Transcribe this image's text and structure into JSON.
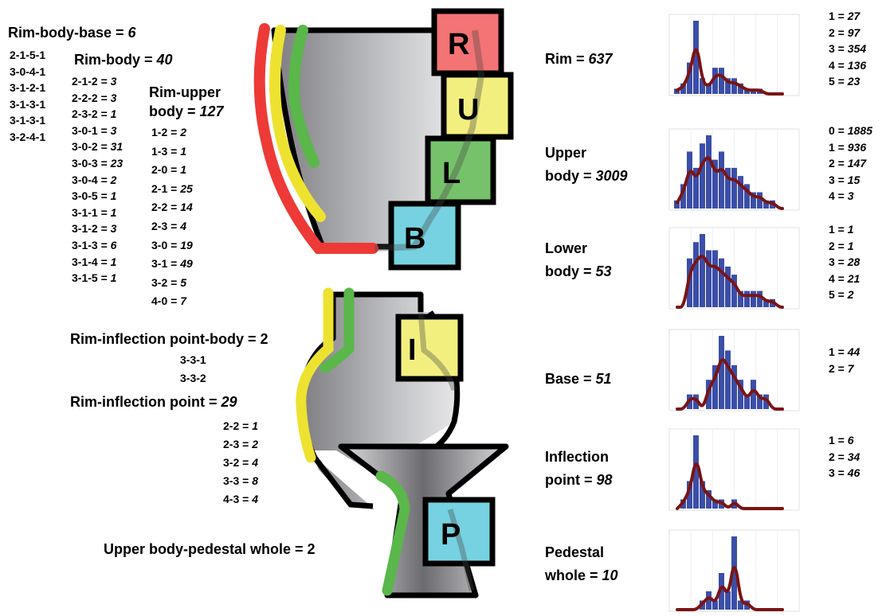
{
  "rim_body_base": {
    "title": "Rim-body-base = ",
    "total": "6",
    "items": [
      "2-1-5-1",
      "3-0-4-1",
      "3-1-2-1",
      "3-1-3-1",
      "3-1-3-1",
      "3-2-4-1"
    ]
  },
  "rim_body": {
    "title": "Rim-body = ",
    "total": "40",
    "items": [
      {
        "k": "2-1-2 = ",
        "v": "3"
      },
      {
        "k": "2-2-2 = ",
        "v": "3"
      },
      {
        "k": "2-3-2 = ",
        "v": "1"
      },
      {
        "k": "3-0-1 = ",
        "v": "3"
      },
      {
        "k": "3-0-2 = ",
        "v": "31"
      },
      {
        "k": "3-0-3 = ",
        "v": "23"
      },
      {
        "k": "3-0-4 = ",
        "v": "2"
      },
      {
        "k": "3-0-5 = ",
        "v": "1"
      },
      {
        "k": "3-1-1 = ",
        "v": "1"
      },
      {
        "k": "3-1-2 = ",
        "v": "3"
      },
      {
        "k": "3-1-3 = ",
        "v": "6"
      },
      {
        "k": "3-1-4 = ",
        "v": "1"
      },
      {
        "k": "3-1-5 = ",
        "v": "1"
      }
    ]
  },
  "rim_upper_body": {
    "title_line1": "Rim-upper",
    "title_line2": "body = ",
    "total": "127",
    "items": [
      {
        "k": "1-2 = ",
        "v": "2"
      },
      {
        "k": "1-3 = ",
        "v": "1"
      },
      {
        "k": "2-0 = ",
        "v": "1"
      },
      {
        "k": "2-1 = ",
        "v": "25"
      },
      {
        "k": "2-2 = ",
        "v": "14"
      },
      {
        "k": "2-3 = ",
        "v": "4"
      },
      {
        "k": "3-0 = ",
        "v": "19"
      },
      {
        "k": "3-1 = ",
        "v": "49"
      },
      {
        "k": "3-2 = ",
        "v": "5"
      },
      {
        "k": "4-0 = ",
        "v": "7"
      }
    ]
  },
  "rim_inflection_body": {
    "title": "Rim-inflection point-body = 2",
    "items": [
      "3-3-1",
      "3-3-2"
    ]
  },
  "rim_inflection": {
    "title": "Rim-inflection point = ",
    "total": "29",
    "items": [
      {
        "k": "2-2 = ",
        "v": "1"
      },
      {
        "k": "2-3 = ",
        "v": "2"
      },
      {
        "k": "3-2 = ",
        "v": "4"
      },
      {
        "k": "3-3 = ",
        "v": "8"
      },
      {
        "k": "4-3 = ",
        "v": "4"
      }
    ]
  },
  "upper_body_pedestal": {
    "title": "Upper body-pedestal whole = 2"
  },
  "boxes": {
    "R": "R",
    "U": "U",
    "L": "L",
    "B": "B",
    "I": "I",
    "P": "P"
  },
  "colors": {
    "red_box": "#f47374",
    "yellow_box": "#f3ef7f",
    "green_box": "#76c26b",
    "blue_box": "#76d2e0",
    "red_line": "#ee3a36",
    "yellow_line": "#eee231",
    "green_line": "#5ab74a",
    "hist_bar": "#3b4ea8",
    "hist_curve": "#7a1414"
  },
  "rows": [
    {
      "line1": "Rim = ",
      "val1": "637",
      "line2": "",
      "val2": "",
      "counts": [
        {
          "k": "1 = ",
          "v": "27"
        },
        {
          "k": "2 = ",
          "v": "97"
        },
        {
          "k": "3 = ",
          "v": "354"
        },
        {
          "k": "4 = ",
          "v": "136"
        },
        {
          "k": "5 = ",
          "v": "23"
        }
      ],
      "hist": [
        1,
        2,
        6,
        14,
        3,
        2,
        5,
        5,
        3,
        3,
        2,
        1,
        1,
        1,
        0,
        0,
        0,
        0
      ]
    },
    {
      "line1": "Upper",
      "val1": "",
      "line2": "body = ",
      "val2": "3009",
      "counts": [
        {
          "k": "0 = ",
          "v": "1885"
        },
        {
          "k": "1 = ",
          "v": "936"
        },
        {
          "k": "2 = ",
          "v": "147"
        },
        {
          "k": "3 = ",
          "v": "15"
        },
        {
          "k": "4 = ",
          "v": "3"
        }
      ],
      "hist": [
        1,
        3,
        7,
        5,
        8,
        9,
        6,
        7,
        5,
        5,
        4,
        3,
        2,
        2,
        1,
        1,
        0,
        0
      ]
    },
    {
      "line1": "Lower",
      "val1": "",
      "line2": "body = ",
      "val2": "53",
      "counts": [
        {
          "k": "1 = ",
          "v": "1"
        },
        {
          "k": "2 = ",
          "v": "1"
        },
        {
          "k": "3 = ",
          "v": "28"
        },
        {
          "k": "4 = ",
          "v": "21"
        },
        {
          "k": "5 = ",
          "v": "2"
        }
      ],
      "hist": [
        0,
        0,
        6,
        8,
        9,
        7,
        7,
        6,
        5,
        4,
        2,
        2,
        2,
        2,
        1,
        1,
        0,
        0
      ]
    },
    {
      "line1": "Base = ",
      "val1": "51",
      "line2": "",
      "val2": "",
      "counts": [
        {
          "k": "1 = ",
          "v": "44"
        },
        {
          "k": "2 = ",
          "v": "7"
        }
      ],
      "hist": [
        0,
        0,
        1,
        1,
        0,
        2,
        3,
        5,
        4,
        3,
        2,
        1,
        2,
        1,
        1,
        0,
        0,
        0
      ]
    },
    {
      "line1": "Inflection",
      "val1": "",
      "line2": "point = ",
      "val2": "98",
      "counts": [
        {
          "k": "1 = ",
          "v": "6"
        },
        {
          "k": "2 = ",
          "v": "34"
        },
        {
          "k": "3 = ",
          "v": "46"
        }
      ],
      "hist": [
        0,
        1,
        3,
        8,
        3,
        2,
        1,
        1,
        0,
        1,
        0,
        0,
        0,
        0,
        0,
        0,
        0,
        0
      ]
    },
    {
      "line1": "Pedestal",
      "val1": "",
      "line2": "whole = ",
      "val2": "10",
      "counts": [],
      "hist": [
        0,
        0,
        0,
        0,
        1,
        2,
        1,
        4,
        2,
        8,
        1,
        1,
        0,
        0,
        0,
        0,
        0,
        0
      ]
    }
  ]
}
